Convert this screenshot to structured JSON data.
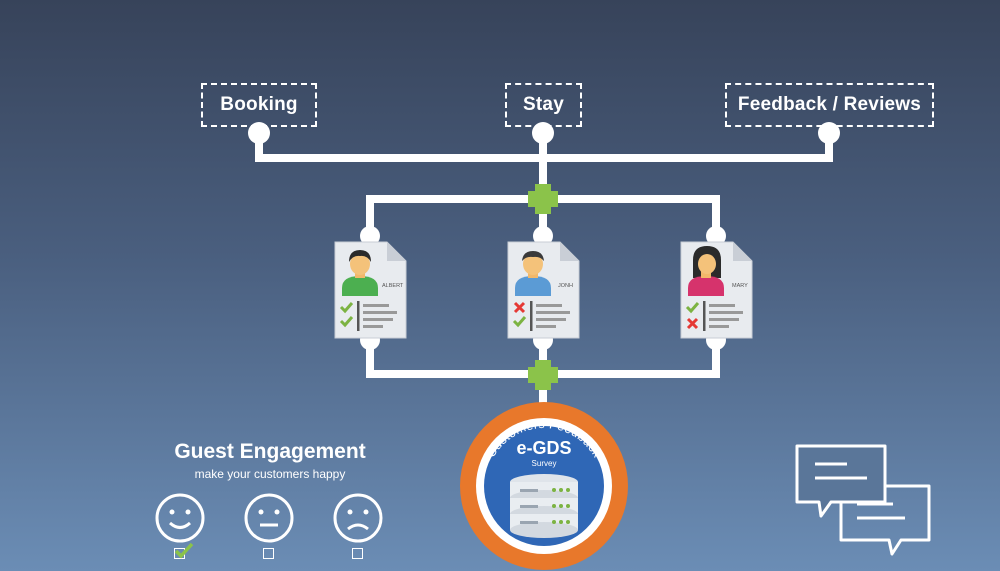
{
  "flow": {
    "stages": [
      {
        "label": "Booking"
      },
      {
        "label": "Stay"
      },
      {
        "label": "Feedback / Reviews"
      }
    ],
    "profiles": [
      {
        "name": "ALBERT",
        "checks": [
          "ok",
          "ok"
        ],
        "shirt": "#4caf50",
        "hair": "#2b2b2b"
      },
      {
        "name": "JONH",
        "checks": [
          "bad",
          "ok"
        ],
        "shirt": "#5b9bd5",
        "hair": "#3a3a3a"
      },
      {
        "name": "MARY",
        "checks": [
          "ok",
          "bad"
        ],
        "shirt": "#d6336c",
        "hair": "#2b2b2b"
      }
    ]
  },
  "badge": {
    "arc_text": "Customers Feedback",
    "title": "e-GDS",
    "subtitle": "Survey"
  },
  "guest_engagement": {
    "title": "Guest Engagement",
    "subtitle": "make your customers happy",
    "faces": [
      {
        "mood": "happy",
        "checked": true
      },
      {
        "mood": "neutral",
        "checked": false
      },
      {
        "mood": "sad",
        "checked": false
      }
    ]
  },
  "colors": {
    "connector": "#ffffff",
    "plus": "#8bc34a",
    "badge_ring": "#e8782b",
    "badge_core": "#2f67b6",
    "check_ok": "#7cb342",
    "check_bad": "#e53935"
  },
  "icons": [
    "plus-icon",
    "database-icon",
    "chat-bubbles-icon",
    "smiley-icon"
  ]
}
